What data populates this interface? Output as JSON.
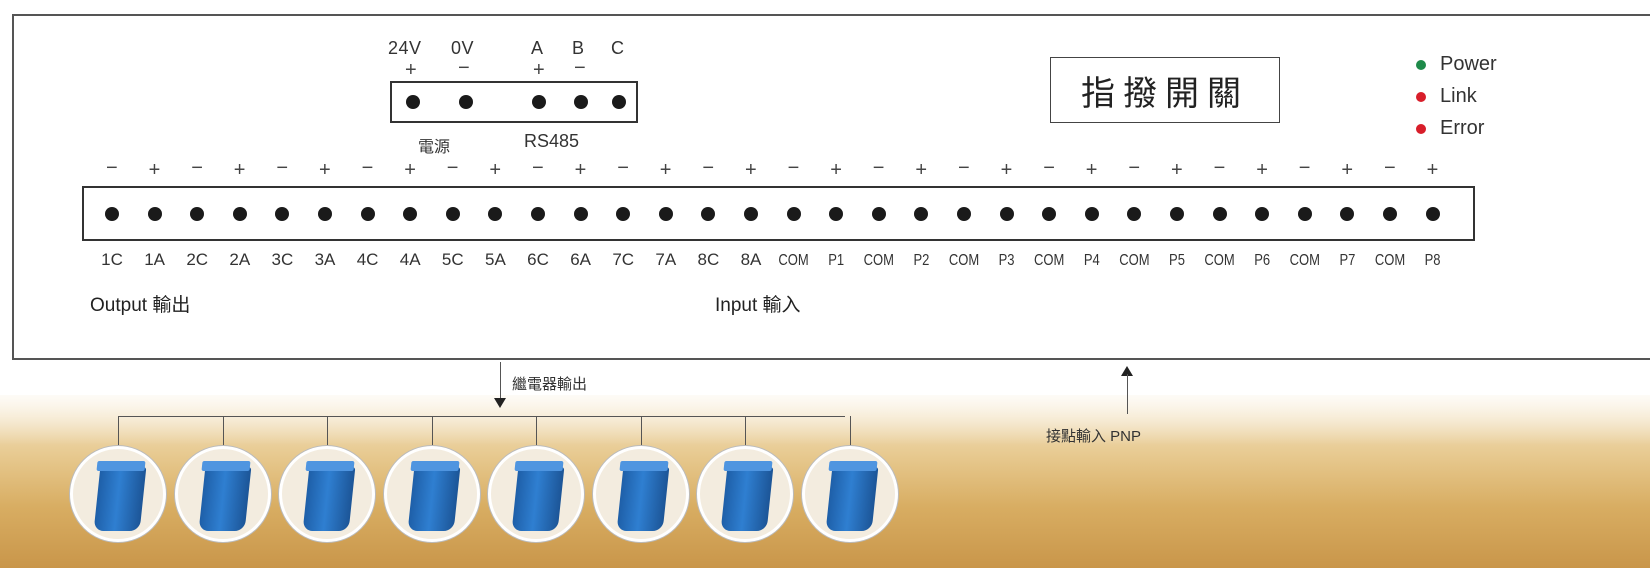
{
  "power_block": {
    "label_24v": "24V",
    "label_0v": "0V",
    "plus": "+",
    "minus": "−",
    "label": "電源"
  },
  "rs485_block": {
    "label_a": "A",
    "label_b": "B",
    "label_c": "C",
    "plus": "+",
    "minus": "−",
    "label": "RS485"
  },
  "title": "指撥開關",
  "status_leds": [
    {
      "label": "Power",
      "color": "#1e8a4a"
    },
    {
      "label": "Link",
      "color": "#d81e2a"
    },
    {
      "label": "Error",
      "color": "#d81e2a"
    }
  ],
  "polarity_row": [
    "−",
    "+",
    "−",
    "+",
    "−",
    "+",
    "−",
    "+",
    "−",
    "+",
    "−",
    "+",
    "−",
    "+",
    "−",
    "+",
    "−",
    "+",
    "−",
    "+",
    "−",
    "+",
    "−",
    "+",
    "−",
    "+",
    "−",
    "+",
    "−",
    "+",
    "−",
    "+"
  ],
  "terminals": [
    "1C",
    "1A",
    "2C",
    "2A",
    "3C",
    "3A",
    "4C",
    "4A",
    "5C",
    "5A",
    "6C",
    "6A",
    "7C",
    "7A",
    "8C",
    "8A",
    "COM",
    "P1",
    "COM",
    "P2",
    "COM",
    "P3",
    "COM",
    "P4",
    "COM",
    "P5",
    "COM",
    "P6",
    "COM",
    "P7",
    "COM",
    "P8"
  ],
  "output_label": "Output 輸出",
  "input_label": "Input 輸入",
  "relay_output_label": "繼電器輸出",
  "contact_input_label": "接點輸入 PNP",
  "relay_count": 8
}
